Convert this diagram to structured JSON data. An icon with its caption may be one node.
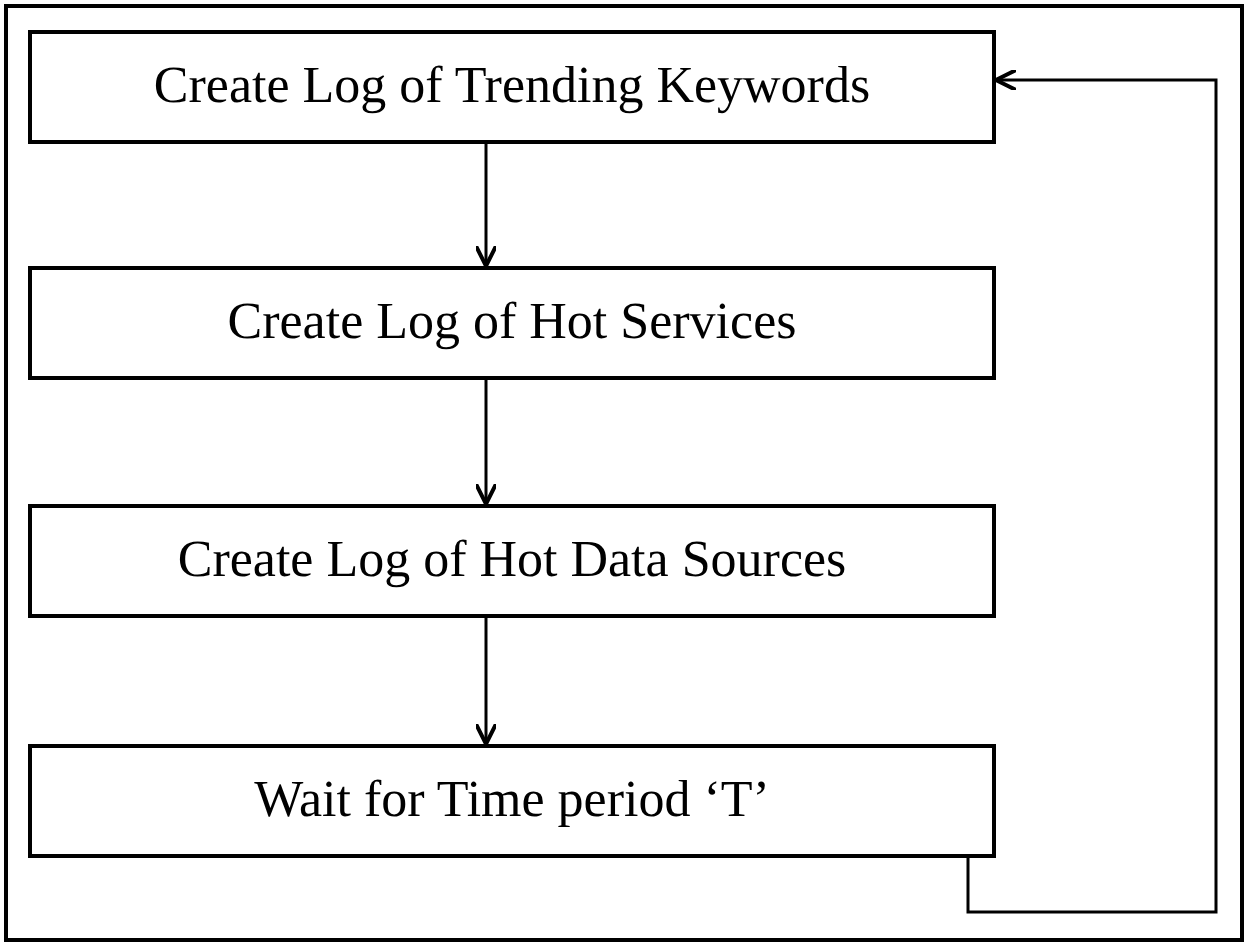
{
  "diagram": {
    "nodes": [
      {
        "text": [
          "Create Log of Trending Keywords"
        ]
      },
      {
        "text": [
          "Create Log of Hot Services"
        ]
      },
      {
        "text": [
          "Create Log of Hot Data Sources"
        ]
      },
      {
        "text": [
          "Wait for Time period ‘T’"
        ]
      }
    ],
    "edges": [
      {
        "from": 0,
        "to": 1,
        "arrow": "to"
      },
      {
        "from": 1,
        "to": 2,
        "arrow": "to"
      },
      {
        "from": 2,
        "to": 3,
        "arrow": "to"
      },
      {
        "from": 3,
        "to": 0,
        "arrow": "to"
      }
    ]
  }
}
